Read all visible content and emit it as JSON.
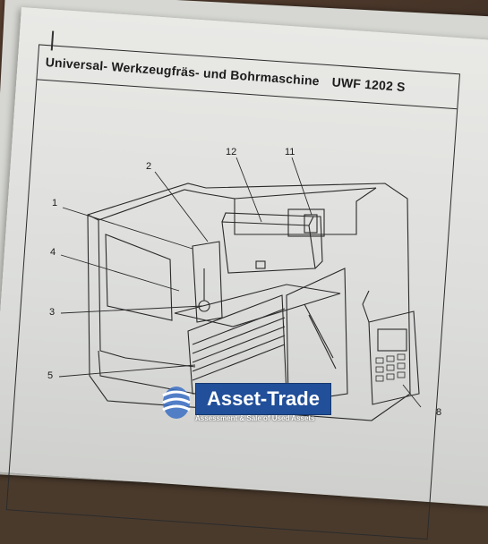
{
  "document": {
    "title": "Universal- Werkzeugfräs- und Bohrmaschine",
    "model": "UWF 1202 S"
  },
  "callouts": [
    {
      "id": "c1",
      "label": "1"
    },
    {
      "id": "c2",
      "label": "2"
    },
    {
      "id": "c3",
      "label": "3"
    },
    {
      "id": "c4",
      "label": "4"
    },
    {
      "id": "c5",
      "label": "5"
    },
    {
      "id": "c8",
      "label": "8"
    },
    {
      "id": "c11",
      "label": "11"
    },
    {
      "id": "c12",
      "label": "12"
    }
  ],
  "watermark": {
    "brand": "Asset-Trade",
    "tagline": "Assessment & Sale of Used Assets",
    "color": "#214f99"
  }
}
